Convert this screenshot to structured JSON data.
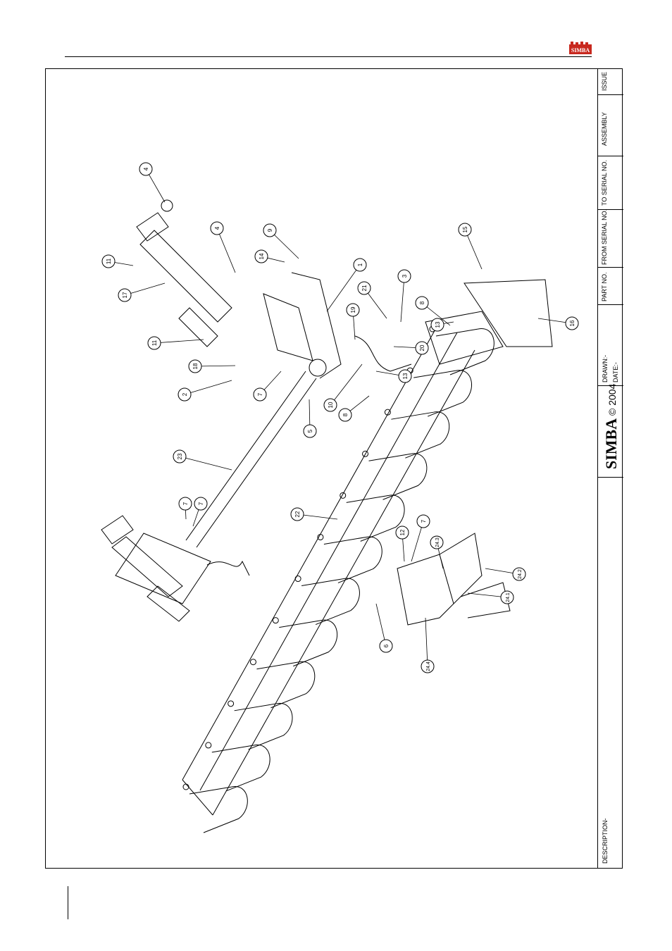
{
  "brand": {
    "logo_text": "SIMBA",
    "color": "#c8281e"
  },
  "title_block": {
    "issue": "ISSUE",
    "assembly": "ASSEMBLY",
    "to_serial": "TO SERIAL NO.",
    "from_serial": "FROM SERIAL NO.",
    "part_no": "PART NO.",
    "drawn": "DRAWN:-",
    "date": "DATE:-",
    "company": "SIMBA",
    "copyright": "© 2004",
    "description": "DESCRIPTION-"
  },
  "callouts": [
    "1",
    "2",
    "3",
    "4",
    "4",
    "5",
    "6",
    "7",
    "7",
    "7",
    "7",
    "8",
    "8",
    "9",
    "10",
    "11",
    "11",
    "12",
    "13",
    "13",
    "14",
    "15",
    "16",
    "17",
    "18",
    "19",
    "20",
    "21",
    "22",
    "23",
    "24.1",
    "24.2",
    "24.3",
    "24.4"
  ]
}
